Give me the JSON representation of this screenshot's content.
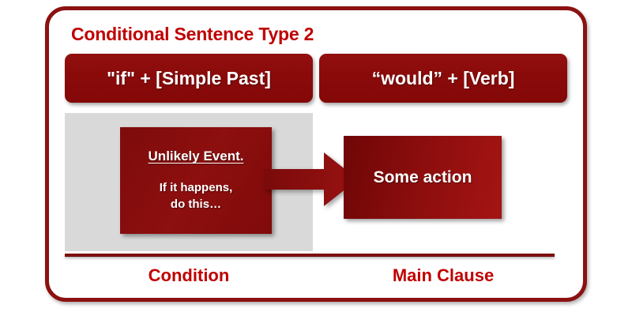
{
  "diagram": {
    "title": "Conditional Sentence Type 2",
    "formula": {
      "condition_pattern": "\"if\" + [Simple Past]",
      "main_clause_pattern": "“would” + [Verb]"
    },
    "condition_block": {
      "heading": "Unlikely Event.",
      "line1": "If it happens,",
      "line2": "do this…"
    },
    "arrow": {
      "icon": "right-block-arrow-icon",
      "direction": "right"
    },
    "main_clause_block": {
      "label": "Some action"
    },
    "captions": {
      "left": "Condition",
      "right": "Main Clause"
    },
    "colors": {
      "title_red": "#C00000",
      "box_red": "#8B0A0A",
      "deep_red": "#8B0D0D",
      "border_red": "#8C1111",
      "panel_gray": "#D9D9D9",
      "text_white": "#FFFFFF",
      "background": "#FFFFFF"
    }
  }
}
